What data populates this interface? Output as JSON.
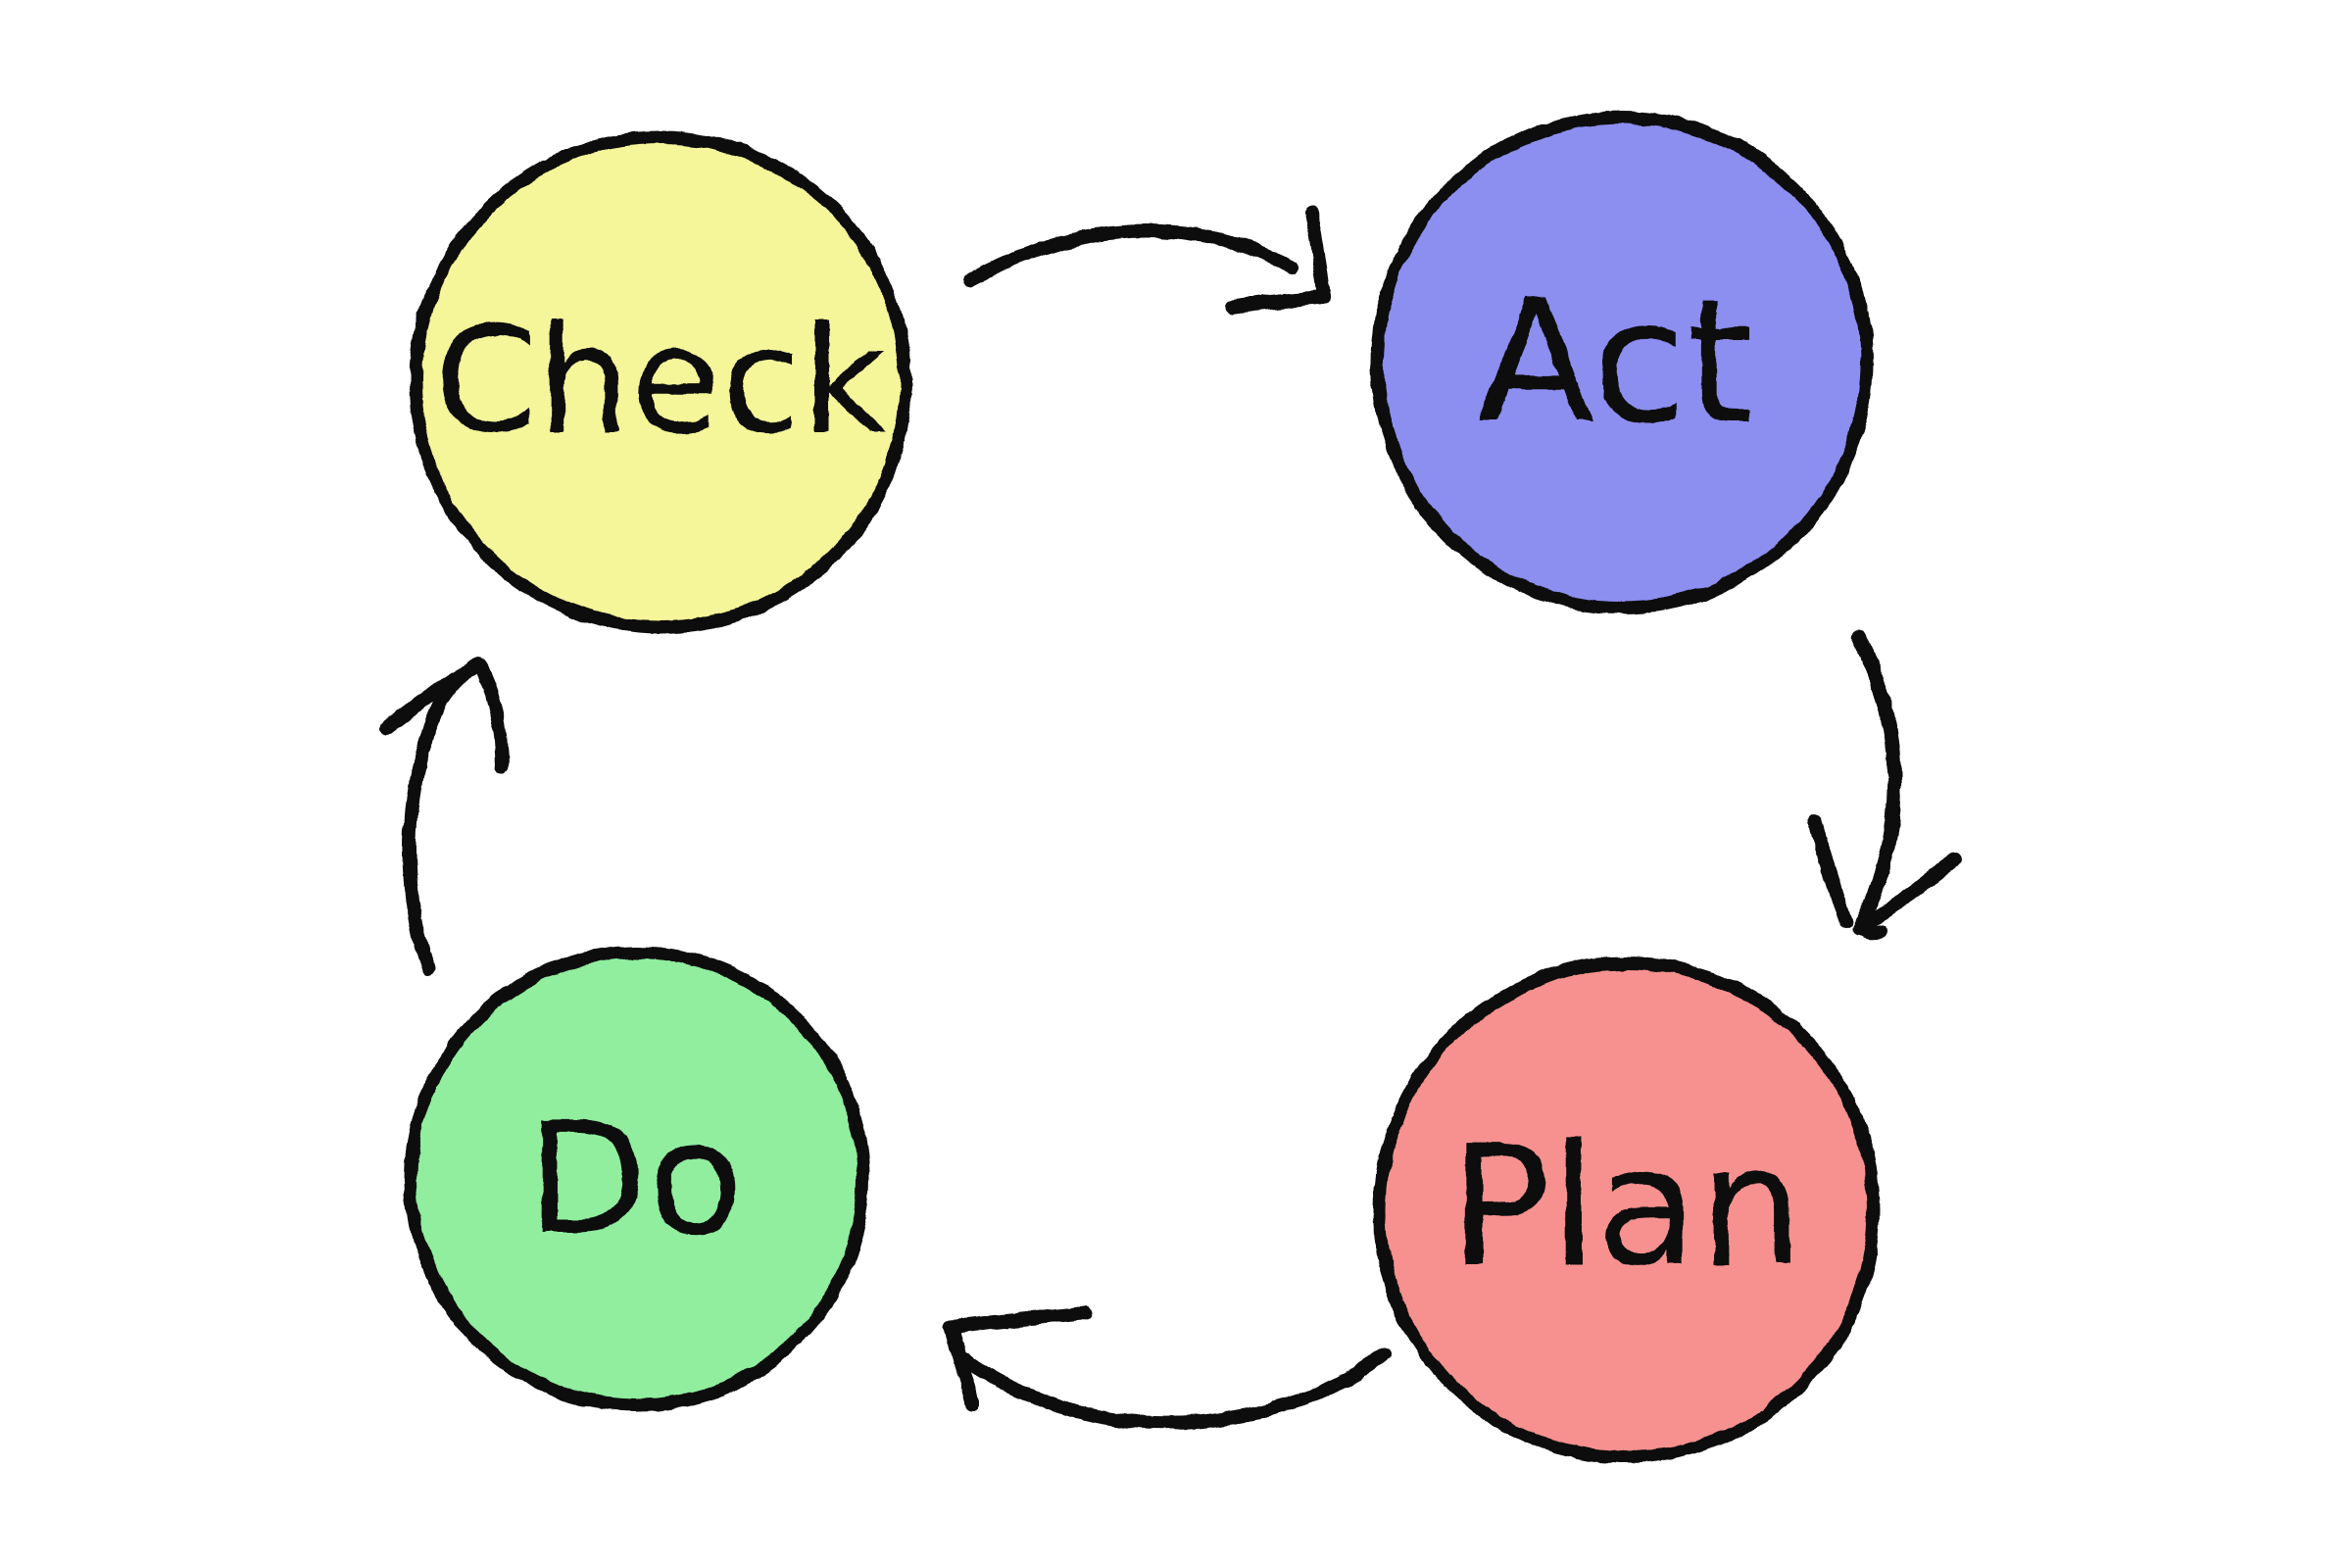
{
  "diagram": {
    "type": "cycle",
    "nodes": [
      {
        "id": "check",
        "label": "Check",
        "color": "#f5f599"
      },
      {
        "id": "act",
        "label": "Act",
        "color": "#8c8ef0"
      },
      {
        "id": "plan",
        "label": "Plan",
        "color": "#f6918f"
      },
      {
        "id": "do",
        "label": "Do",
        "color": "#90ee9e"
      }
    ],
    "arrows": [
      {
        "from": "Check",
        "to": "Act"
      },
      {
        "from": "Act",
        "to": "Plan"
      },
      {
        "from": "Plan",
        "to": "Do"
      },
      {
        "from": "Do",
        "to": "Check"
      }
    ],
    "ink_color": "#0d0d0d",
    "background_color": "#ffffff"
  }
}
